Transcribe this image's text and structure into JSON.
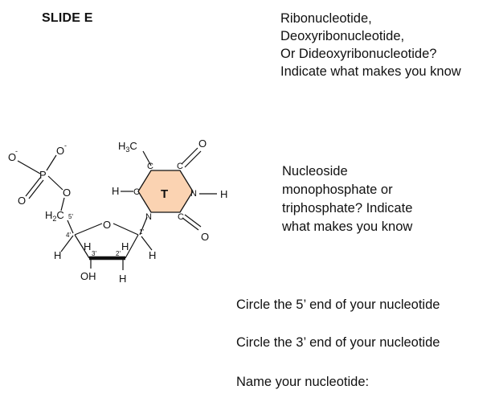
{
  "slide": {
    "title": "SLIDE E"
  },
  "question1": {
    "lines": [
      "Ribonucleotide,",
      "Deoxyribonucleotide,",
      "Or Dideoxyribonucleotide?",
      "Indicate what makes you know"
    ]
  },
  "question2": {
    "lines": [
      "Nucleoside",
      "monophosphate or",
      "triphosphate? Indicate",
      "what makes you know"
    ]
  },
  "question3": "Circle the 5’ end of your nucleotide",
  "question4": "Circle the 3’ end of your nucleotide",
  "question5": "Name your nucleotide:",
  "molecule": {
    "base_letter": "T",
    "base_fill": "#fbd3b2",
    "labels": {
      "o_minus_left": "O",
      "o_minus_top": "O",
      "minus": "-",
      "phosphorus": "P",
      "o_double_bottom": "O",
      "o_ester": "O",
      "h2c": "H",
      "h2c_sub": "2",
      "h2c_c": "C",
      "five_prime": "5'",
      "four_prime": "4'",
      "three_prime": "3'",
      "two_prime": "2'",
      "one_prime": "1'",
      "ring_o": "O",
      "h_c4": "H",
      "h_c3": "H",
      "h_c2": "H",
      "h_c1": "H",
      "oh": "OH",
      "h_bottom": "H",
      "h3c": "H",
      "h3c_sub": "3",
      "h3c_c": "C",
      "c5": "C",
      "c4": "C",
      "c6": "C",
      "h_c6": "H",
      "n1": "N",
      "n3": "N",
      "h_n3": "H",
      "c2": "C",
      "o_top": "O",
      "o_bottom": "O"
    }
  }
}
